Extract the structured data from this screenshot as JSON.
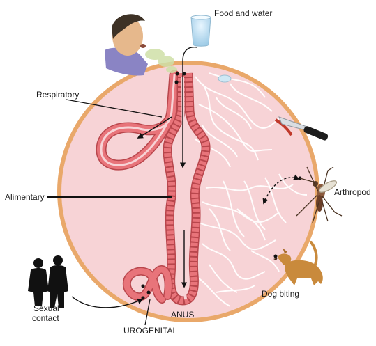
{
  "labels": {
    "food_water": "Food and water",
    "respiratory": "Respiratory",
    "alimentary": "Alimentary",
    "arthropod": "Arthropod",
    "sexual_line1": "Sexual",
    "sexual_line2": "contact",
    "dog_biting": "Dog biting",
    "anus": "ANUS",
    "urogenital": "UROGENITAL"
  },
  "colors": {
    "body_fill": "#f7d3d6",
    "body_rim": "#e9a86a",
    "epithelium": "#e8747a",
    "epithelium_dark": "#b8464c",
    "tissue_line": "#ffffff",
    "arrow": "#111111"
  },
  "icons": [
    "man-coughing-icon",
    "glass-of-water-icon",
    "knife-icon",
    "mosquito-icon",
    "dog-icon",
    "couple-silhouette-icon"
  ]
}
